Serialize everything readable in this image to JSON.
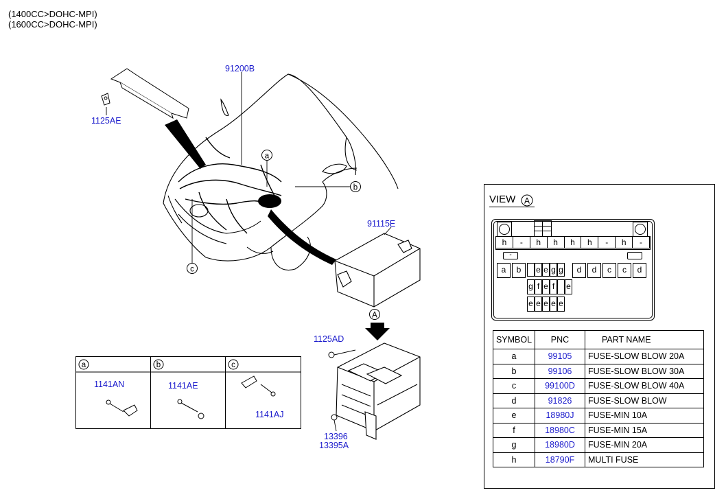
{
  "header": {
    "line1": "(1400CC>DOHC-MPI)",
    "line2": "(1600CC>DOHC-MPI)"
  },
  "callouts": {
    "c_91200B": "91200B",
    "c_1125AE": "1125AE",
    "c_91115E": "91115E",
    "c_1125AD": "1125AD",
    "c_13396": "13396",
    "c_13395A": "13395A",
    "marker_a": "a",
    "marker_b": "b",
    "marker_c": "c",
    "marker_A": "A"
  },
  "legend": {
    "cols": [
      {
        "symbol": "a",
        "part": "1141AN"
      },
      {
        "symbol": "b",
        "part": "1141AE"
      },
      {
        "symbol": "c",
        "part": "1141AJ"
      }
    ]
  },
  "view": {
    "title": "VIEW",
    "marker": "A",
    "top_row": [
      "h",
      "-",
      "h",
      "h",
      "h",
      "h",
      "-",
      "h",
      "-"
    ],
    "row2": [
      "a",
      "b",
      "",
      "e",
      "e",
      "g",
      "g",
      "d",
      "d",
      "c",
      "c",
      "d"
    ],
    "row3": [
      "g",
      "f",
      "e",
      "f",
      "",
      "e"
    ],
    "row4": [
      "e",
      "e",
      "e",
      "e",
      "e"
    ],
    "dash_small": "-"
  },
  "parts_table": {
    "headers": [
      "SYMBOL",
      "PNC",
      "PART NAME"
    ],
    "rows": [
      {
        "symbol": "a",
        "pnc": "99105",
        "name": "FUSE-SLOW BLOW 20A"
      },
      {
        "symbol": "b",
        "pnc": "99106",
        "name": "FUSE-SLOW BLOW 30A"
      },
      {
        "symbol": "c",
        "pnc": "99100D",
        "name": "FUSE-SLOW BLOW 40A"
      },
      {
        "symbol": "d",
        "pnc": "91826",
        "name": "FUSE-SLOW BLOW"
      },
      {
        "symbol": "e",
        "pnc": "18980J",
        "name": "FUSE-MIN 10A"
      },
      {
        "symbol": "f",
        "pnc": "18980C",
        "name": "FUSE-MIN 15A"
      },
      {
        "symbol": "g",
        "pnc": "18980D",
        "name": "FUSE-MIN 20A"
      },
      {
        "symbol": "h",
        "pnc": "18790F",
        "name": "MULTI FUSE"
      }
    ]
  },
  "colors": {
    "callout_blue": "#1a1acc",
    "line": "#000000"
  }
}
